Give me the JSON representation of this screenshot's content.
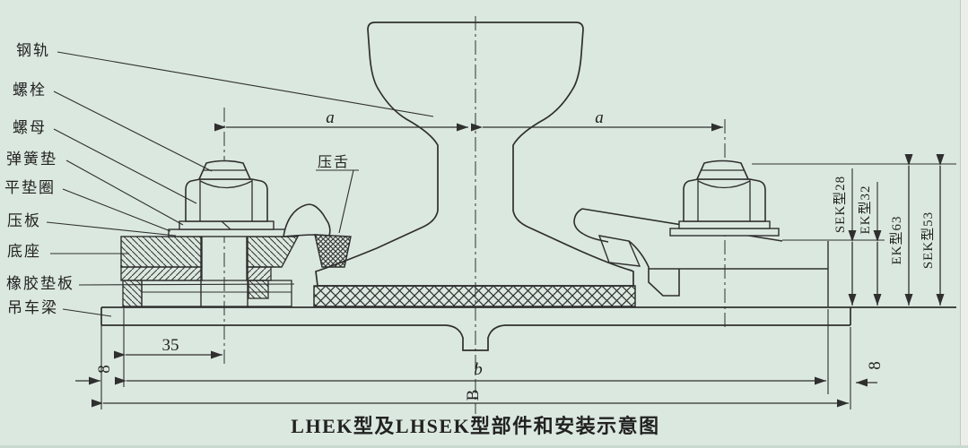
{
  "colors": {
    "background": "#dbe8df",
    "line": "#2f2f2f"
  },
  "caption": "LHEK型及LHSEK型部件和安装示意图",
  "part_labels": {
    "rail": "钢轨",
    "bolt": "螺栓",
    "nut": "螺母",
    "spring_washer": "弹簧垫",
    "flat_washer": "平垫圈",
    "clamp": "压板",
    "base": "底座",
    "rubber_pad": "橡胶垫板",
    "crane_beam": "吊车梁",
    "press_tongue": "压舌"
  },
  "dimensions": {
    "a_left": "a",
    "a_right": "a",
    "bolt_offset": "35",
    "edge_left": "8",
    "edge_right": "8",
    "base_span": "b",
    "beam_span": "B",
    "heights": [
      "SEK型28",
      "EK型32",
      "EK型63",
      "SEK型53"
    ]
  }
}
